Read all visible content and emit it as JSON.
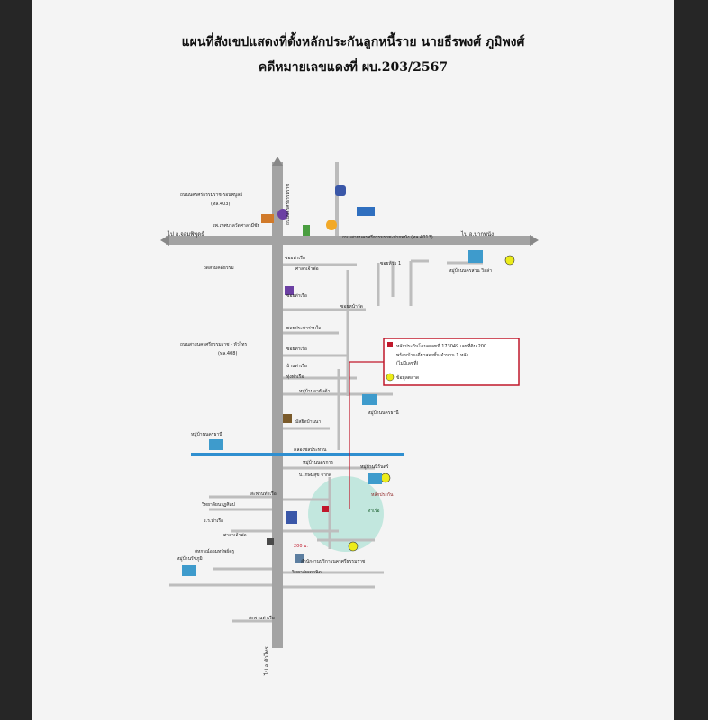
{
  "document": {
    "title": "แผนที่สังเขปแสดงที่ตั้งหลักประกันลูกหนี้ราย นายธีรพงศ์ ภูมิพงศ์",
    "case_no": "คดีหมายเลขแดงที่ ผบ.203/2567"
  },
  "map": {
    "road_left_to": "ไป อ.จอมพิพุดธ์",
    "road_right_to": "ไป อ.ปากพนัง",
    "road_bottom_to": "ไป อ.หัวไทร",
    "road_top_label": "ถนนนครศรีธรรมราช",
    "road_east_label": "ถนนสายนครศรีธรรมราช-ปากพนัง (ทล.4013)",
    "road_northwest_label": "ถนนนครศรีธรรมราช-ร่อนพิบูลย์",
    "road_northwest_code": "(ทล.403)",
    "road_hua_sai_label": "ถนนสายนครศรีธรรมราช - หัวไทร",
    "road_hua_sai_code": "(ทล.408)",
    "landmark_temple": "วัดสามัคคีธรรม",
    "landmark_hospital": "รพ.เทศบาลวัดศาลามีชัย",
    "landmark_market": "ศาลาเจ้าพ่อ",
    "landmark_mosque": "มัสยิดบ้านนา",
    "landmark_school": "สำนักงานบริการนครศรีธรรมราช",
    "soi_1": "ซอยท่าเรือ",
    "soi_2": "ซอยท่าเรือ",
    "soi_3": "ซอยประชาร่วมใจ",
    "soi_4": "ซอยหน้าวัด",
    "soi_5": "ซอยห้วย 1",
    "soi_6": "ซอยท่าเรือ",
    "canal": "คลองชลประทาน",
    "village_1": "หมู่บ้านนครธานี",
    "village_2": "หมู่บ้านนครธานี",
    "village_3": "หมู่บ้านนครสวน วิลล่า",
    "village_4": "หมู่บ้านนิรันดร์",
    "village_5": "หมู่บ้านรัชภูมิ",
    "village_6": "หมู่บ้านนครการ",
    "village_7": "หมู่บ้านอาฮันต้า",
    "place_ban_tha": "บ้านท่าเรือ",
    "place_thung": "ทุ่งท่าเรือ",
    "place_lak": "ร.ร.ท่าเรือ",
    "place_kasem": "บ.เกษมสุข จำกัด",
    "place_vidya": "วิทยาลัยนาฏศิลป",
    "place_pattalung": "ศาลาเจ้าพ่อ",
    "place_cooperative": "สหกรณ์ออมทรัพย์ครู",
    "place_watthai": "วิทยาลัยเทคนิค",
    "place_bridge_1": "สะพานท่าเรือ",
    "place_bridge_2": "สะพานท่าเรือ",
    "place_km": "200 ม.",
    "subject_marker": "หลักประกัน",
    "subject_sub": "ท่าเรือ",
    "legend_line1": "หลักประกันโฉนดเลขที่ 173049 เลขที่ดิน 200",
    "legend_line2": "พร้อมบ้านเดี่ยวสองชั้น จำนวน 1 หลัง",
    "legend_line3": "(ไม่มีเลขที่)",
    "legend_line4": "ข้อมูลตลาด",
    "colors": {
      "road": "#a3a3a3",
      "canal": "#2f8fd0",
      "legend_border": "#c0182b",
      "highlight": "#bde6dc",
      "marker": "#ecec1a"
    }
  }
}
